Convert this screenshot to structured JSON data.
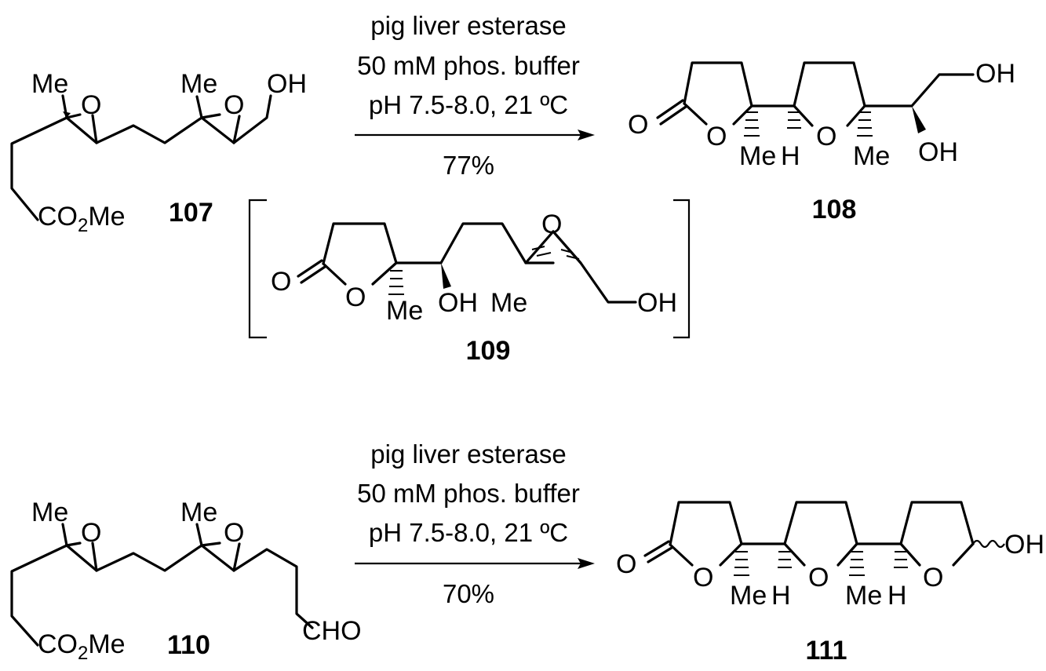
{
  "scheme": {
    "reactions": [
      {
        "reagent_line1": "pig liver esterase",
        "reagent_line2": "50 mM phos. buffer",
        "reagent_line3": "pH 7.5-8.0, 21 ºC",
        "yield": "77%"
      },
      {
        "reagent_line1": "pig liver esterase",
        "reagent_line2": "50 mM phos. buffer",
        "reagent_line3": "pH 7.5-8.0, 21 ºC",
        "yield": "70%"
      }
    ],
    "compounds": {
      "c107": {
        "id": "107",
        "ester": "CO",
        "ester_sub": "2",
        "ester_me": "Me",
        "oh": "OH",
        "me": "Me",
        "o": "O"
      },
      "c108": {
        "id": "108",
        "oh": "OH",
        "me": "Me",
        "h": "H",
        "o": "O"
      },
      "c109": {
        "id": "109",
        "oh": "OH",
        "me": "Me",
        "o": "O"
      },
      "c110": {
        "id": "110",
        "ester": "CO",
        "ester_sub": "2",
        "ester_me": "Me",
        "cho": "CHO",
        "me": "Me",
        "o": "O"
      },
      "c111": {
        "id": "111",
        "oh": "OH",
        "me": "Me",
        "h": "H",
        "o": "O"
      }
    }
  }
}
